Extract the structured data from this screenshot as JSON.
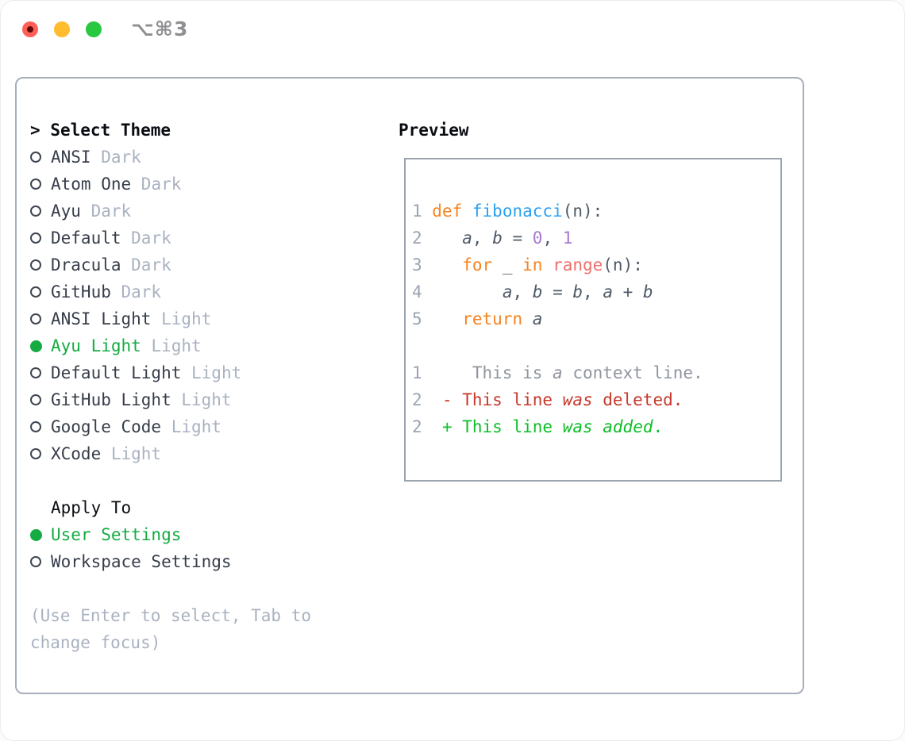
{
  "titlebar": {
    "title": "⌥⌘3",
    "controls": [
      {
        "name": "close",
        "color": "#ff5f57",
        "dot": "#5e0a06"
      },
      {
        "name": "minimize",
        "color": "#febc2e"
      },
      {
        "name": "zoom",
        "color": "#28c840"
      }
    ]
  },
  "ui_colors": {
    "heading": "#0a0d12",
    "label": "#363d49",
    "variant_tag": "#a9b2c0",
    "hint": "#a9b2c0",
    "selected_green": "#15ab42",
    "title_gray": "#8e8e93",
    "panel_border": "#a7afbb",
    "preview_border": "#9aa3ae"
  },
  "theme_picker": {
    "prompt": ">",
    "title": "Select Theme",
    "items": [
      {
        "name": "ANSI",
        "variant": "Dark",
        "selected": false
      },
      {
        "name": "Atom One",
        "variant": "Dark",
        "selected": false
      },
      {
        "name": "Ayu",
        "variant": "Dark",
        "selected": false
      },
      {
        "name": "Default",
        "variant": "Dark",
        "selected": false
      },
      {
        "name": "Dracula",
        "variant": "Dark",
        "selected": false
      },
      {
        "name": "GitHub",
        "variant": "Dark",
        "selected": false
      },
      {
        "name": "ANSI Light",
        "variant": "Light",
        "selected": false
      },
      {
        "name": "Ayu Light",
        "variant": "Light",
        "selected": true
      },
      {
        "name": "Default Light",
        "variant": "Light",
        "selected": false
      },
      {
        "name": "GitHub Light",
        "variant": "Light",
        "selected": false
      },
      {
        "name": "Google Code",
        "variant": "Light",
        "selected": false
      },
      {
        "name": "XCode",
        "variant": "Light",
        "selected": false
      }
    ]
  },
  "apply_to": {
    "title": "Apply To",
    "options": [
      {
        "label": "User Settings",
        "selected": true
      },
      {
        "label": "Workspace Settings",
        "selected": false
      }
    ]
  },
  "hint_lines": [
    "(Use Enter to select, Tab to",
    "change focus)"
  ],
  "preview": {
    "title": "Preview",
    "code_colors": {
      "ln": "#9aa4b2",
      "fg": "#4f5a67",
      "fgi": "#4f5a67",
      "kw": "#f8821d",
      "fn": "#2ba1ee",
      "num": "#a678d2",
      "coral": "#f0706e",
      "ctx": "#8e959e",
      "ctxi": "#8e959e",
      "del": "#c6392b",
      "deli": "#c6392b",
      "add": "#0ebe27",
      "addi": "#0ebe27"
    },
    "lines": [
      {
        "seg": [
          [
            "1 ",
            "ln"
          ],
          [
            "def",
            "kw"
          ],
          [
            " ",
            "fg"
          ],
          [
            "fibonacci",
            "fn"
          ],
          [
            "(n):",
            "fg"
          ]
        ]
      },
      {
        "seg": [
          [
            "2 ",
            "ln"
          ],
          [
            "   ",
            "fg"
          ],
          [
            "a",
            "fgi"
          ],
          [
            ", ",
            "fg"
          ],
          [
            "b",
            "fgi"
          ],
          [
            " = ",
            "fg"
          ],
          [
            "0",
            "num"
          ],
          [
            ", ",
            "fg"
          ],
          [
            "1",
            "num"
          ]
        ]
      },
      {
        "seg": [
          [
            "3 ",
            "ln"
          ],
          [
            "   ",
            "fg"
          ],
          [
            "for",
            "kw"
          ],
          [
            " _ ",
            "fg"
          ],
          [
            "in",
            "kw"
          ],
          [
            " ",
            "fg"
          ],
          [
            "range",
            "coral"
          ],
          [
            "(n):",
            "fg"
          ]
        ]
      },
      {
        "seg": [
          [
            "4 ",
            "ln"
          ],
          [
            "       ",
            "fg"
          ],
          [
            "a",
            "fgi"
          ],
          [
            ", ",
            "fg"
          ],
          [
            "b",
            "fgi"
          ],
          [
            " = ",
            "fg"
          ],
          [
            "b",
            "fgi"
          ],
          [
            ", ",
            "fg"
          ],
          [
            "a",
            "fgi"
          ],
          [
            " + ",
            "fg"
          ],
          [
            "b",
            "fgi"
          ]
        ]
      },
      {
        "seg": [
          [
            "5 ",
            "ln"
          ],
          [
            "   ",
            "fg"
          ],
          [
            "return",
            "kw"
          ],
          [
            " ",
            "fg"
          ],
          [
            "a",
            "fgi"
          ]
        ]
      },
      {
        "seg": []
      },
      {
        "seg": [
          [
            "1 ",
            "ln"
          ],
          [
            "    This is ",
            "ctx"
          ],
          [
            "a",
            "ctxi"
          ],
          [
            " context line.",
            "ctx"
          ]
        ]
      },
      {
        "seg": [
          [
            "2 ",
            "ln"
          ],
          [
            " - This line ",
            "del"
          ],
          [
            "was",
            "deli"
          ],
          [
            " deleted.",
            "del"
          ]
        ]
      },
      {
        "seg": [
          [
            "2 ",
            "ln"
          ],
          [
            " + This line ",
            "add"
          ],
          [
            "was",
            "addi"
          ],
          [
            " ",
            "add"
          ],
          [
            "added",
            "addi"
          ],
          [
            ".",
            "add"
          ]
        ]
      }
    ]
  }
}
